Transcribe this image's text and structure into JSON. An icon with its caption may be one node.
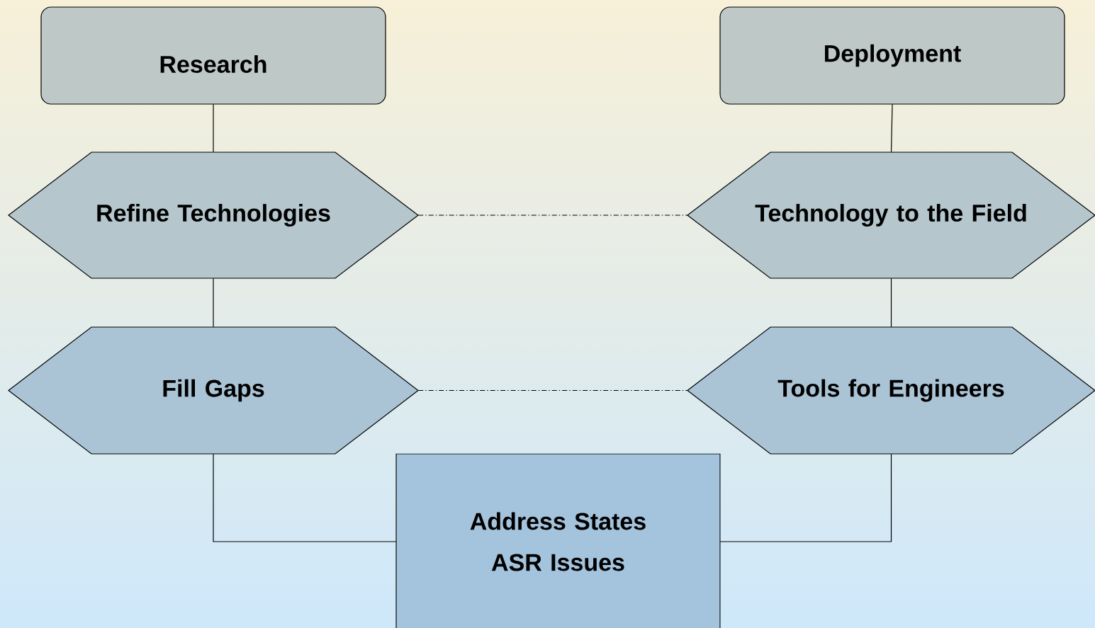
{
  "diagram": {
    "nodes": [
      {
        "text": [
          "Research"
        ]
      },
      {
        "text": [
          "Deployment"
        ]
      },
      {
        "text": [
          "Refine Technologies"
        ]
      },
      {
        "text": [
          "Technology to the Field"
        ]
      },
      {
        "text": [
          "Fill Gaps"
        ]
      },
      {
        "text": [
          "Tools for Engineers"
        ]
      },
      {
        "text": [
          "Address States ASR Issues"
        ]
      }
    ],
    "edges": [
      {
        "from": 0,
        "to": 2,
        "arrow": "none"
      },
      {
        "from": 2,
        "to": 4,
        "arrow": "none"
      },
      {
        "from": 1,
        "to": 3,
        "arrow": "none"
      },
      {
        "from": 3,
        "to": 5,
        "arrow": "none"
      },
      {
        "from": 2,
        "to": 3,
        "arrow": "none",
        "style": "dashed"
      },
      {
        "from": 4,
        "to": 5,
        "arrow": "none",
        "style": "dashed"
      },
      {
        "from": 4,
        "to": 6,
        "arrow": "none"
      },
      {
        "from": 5,
        "to": 6,
        "arrow": "none"
      }
    ]
  }
}
